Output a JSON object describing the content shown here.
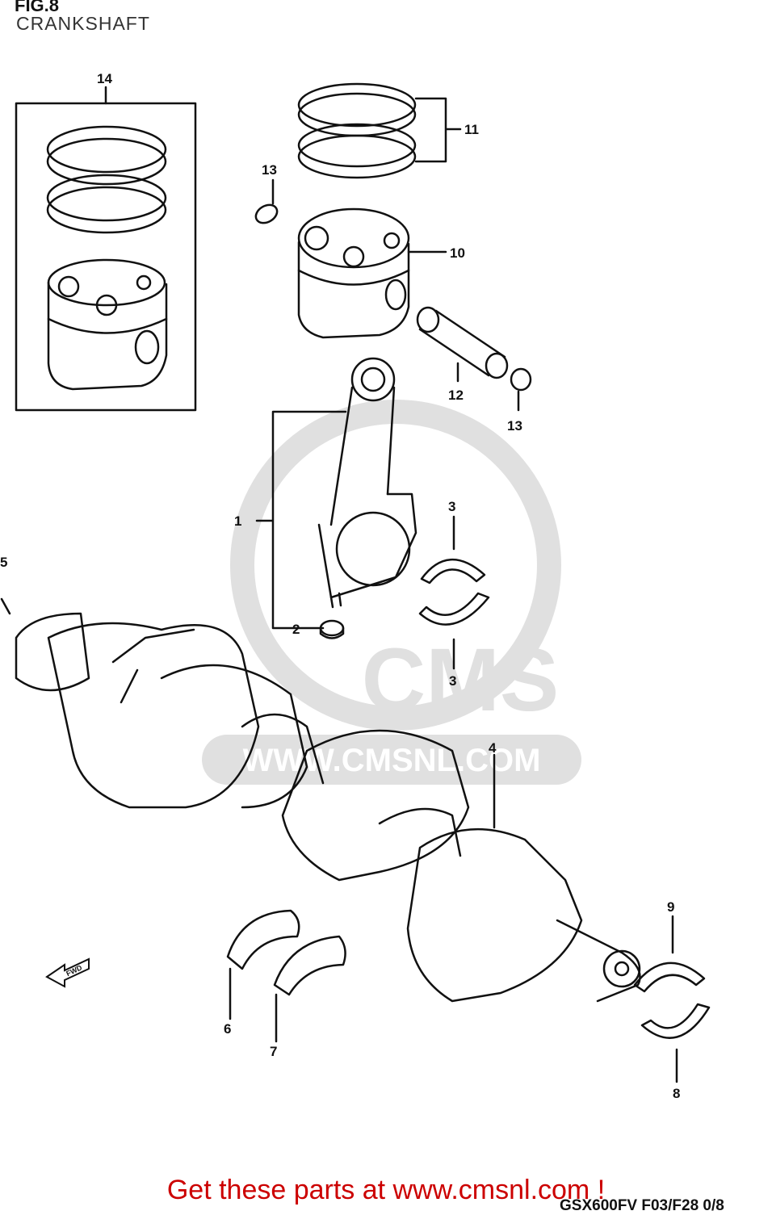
{
  "figure": {
    "id": "FIG.8",
    "title": "CRANKSHAFT"
  },
  "callouts": {
    "c1": "1",
    "c2": "2",
    "c3a": "3",
    "c3b": "3",
    "c4": "4",
    "c5": "5",
    "c6": "6",
    "c7": "7",
    "c8": "8",
    "c9": "9",
    "c10": "10",
    "c11": "11",
    "c12": "12",
    "c13a": "13",
    "c13b": "13",
    "c14": "14"
  },
  "watermark": {
    "brand": "CMS",
    "url": "WWW.CMSNL.COM"
  },
  "fwd_label": "FWD",
  "footer": {
    "cta": "Get these parts at www.cmsnl.com !",
    "model_code": "GSX600FV F03/F28 0/8"
  },
  "colors": {
    "line": "#111111",
    "cta_red": "#cc0000",
    "watermark_gray": "#dddddd"
  }
}
